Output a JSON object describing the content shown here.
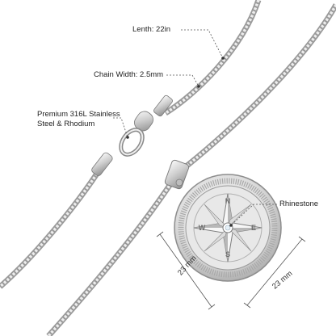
{
  "annotations": {
    "length": "Lenth: 22in",
    "chain_width": "Chain Width: 2.5mm",
    "material_line1": "Premium 316L Stainless",
    "material_line2": "Steel & Rhodium",
    "stone": "Rhinestone"
  },
  "dimensions": {
    "left": "23 mm",
    "right": "23 mm"
  },
  "medallion": {
    "letters": {
      "n": "N",
      "e": "E",
      "s": "S",
      "w": "W"
    }
  },
  "colors": {
    "silver_light": "#f2f2f2",
    "silver_mid": "#c8c8c8",
    "silver_dark": "#7a7a7a",
    "guide_line": "#555555"
  }
}
